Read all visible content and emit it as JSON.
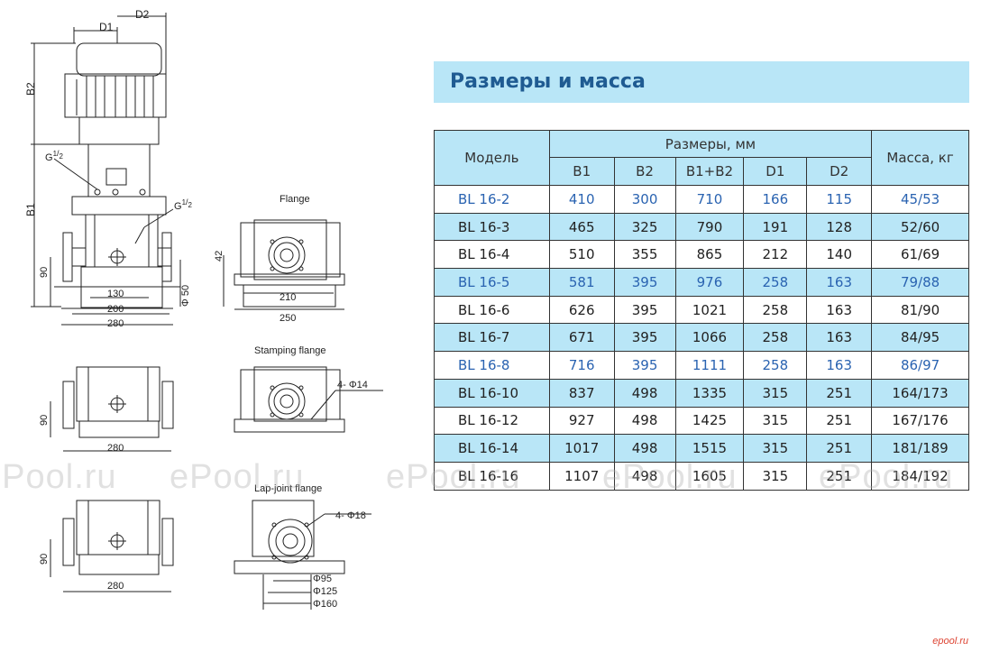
{
  "title": "Размеры и масса",
  "table": {
    "col_model": "Модель",
    "col_dims": "Размеры, мм",
    "col_mass": "Масса, кг",
    "sub_cols": [
      "B1",
      "B2",
      "B1+B2",
      "D1",
      "D2"
    ],
    "rows": [
      {
        "model": "BL 16-2",
        "b1": "410",
        "b2": "300",
        "b1b2": "710",
        "d1": "166",
        "d2": "115",
        "mass": "45/53"
      },
      {
        "model": "BL 16-3",
        "b1": "465",
        "b2": "325",
        "b1b2": "790",
        "d1": "191",
        "d2": "128",
        "mass": "52/60"
      },
      {
        "model": "BL 16-4",
        "b1": "510",
        "b2": "355",
        "b1b2": "865",
        "d1": "212",
        "d2": "140",
        "mass": "61/69"
      },
      {
        "model": "BL 16-5",
        "b1": "581",
        "b2": "395",
        "b1b2": "976",
        "d1": "258",
        "d2": "163",
        "mass": "79/88"
      },
      {
        "model": "BL 16-6",
        "b1": "626",
        "b2": "395",
        "b1b2": "1021",
        "d1": "258",
        "d2": "163",
        "mass": "81/90"
      },
      {
        "model": "BL 16-7",
        "b1": "671",
        "b2": "395",
        "b1b2": "1066",
        "d1": "258",
        "d2": "163",
        "mass": "84/95"
      },
      {
        "model": "BL 16-8",
        "b1": "716",
        "b2": "395",
        "b1b2": "1111",
        "d1": "258",
        "d2": "163",
        "mass": "86/97"
      },
      {
        "model": "BL 16-10",
        "b1": "837",
        "b2": "498",
        "b1b2": "1335",
        "d1": "315",
        "d2": "251",
        "mass": "164/173"
      },
      {
        "model": "BL 16-12",
        "b1": "927",
        "b2": "498",
        "b1b2": "1425",
        "d1": "315",
        "d2": "251",
        "mass": "167/176"
      },
      {
        "model": "BL 16-14",
        "b1": "1017",
        "b2": "498",
        "b1b2": "1515",
        "d1": "315",
        "d2": "251",
        "mass": "181/189"
      },
      {
        "model": "BL 16-16",
        "b1": "1107",
        "b2": "498",
        "b1b2": "1605",
        "d1": "315",
        "d2": "251",
        "mass": "184/192"
      }
    ]
  },
  "drawing": {
    "d1": "D1",
    "d2": "D2",
    "b1": "B1",
    "b2": "B2",
    "g_left": "G",
    "g_right": "G",
    "g_frac_num": "1",
    "g_frac_den": "2",
    "flange_title": "Flange",
    "stamping_title": "Stamping flange",
    "lapjoint_title": "Lap-joint flange",
    "dim_90": "90",
    "dim_130": "130",
    "dim_200": "200",
    "dim_280": "280",
    "dim_phi50": "Φ 50",
    "dim_42": "42",
    "dim_210": "210",
    "dim_250": "250",
    "dim_4phi14": "4- Φ14",
    "dim_4phi18": "4- Φ18",
    "dim_phi95": "Φ95",
    "dim_phi125": "Φ125",
    "dim_phi160": "Φ160"
  },
  "watermarks": [
    "ePool.ru",
    "ePool.ru",
    "ePool.ru",
    "ePool.ru",
    "ePool.ru"
  ],
  "logo_small": "epool.ru",
  "colors": {
    "header_bg": "#b9e6f7",
    "title_text": "#1f5b92",
    "highlight_text": "#2a63b1"
  }
}
